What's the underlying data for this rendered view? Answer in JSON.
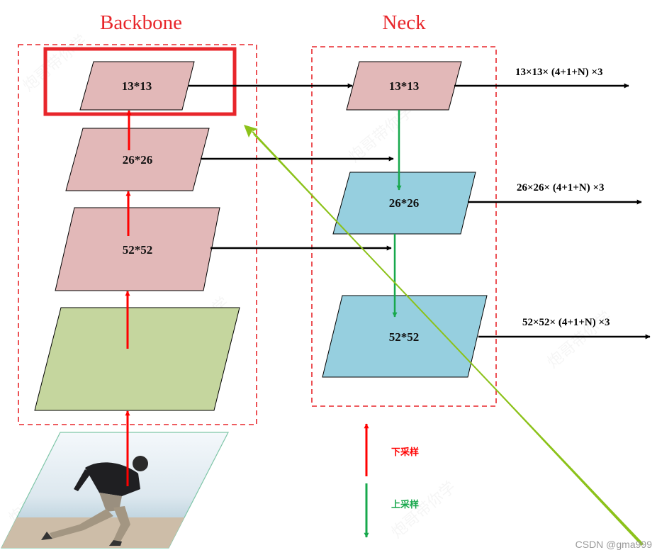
{
  "sections": {
    "backbone_title": "Backbone",
    "neck_title": "Neck"
  },
  "backbone": {
    "node_13": "13*13",
    "node_26": "26*26",
    "node_52": "52*52"
  },
  "neck": {
    "node_13": "13*13",
    "node_26": "26*26",
    "node_52": "52*52"
  },
  "outputs": {
    "out_13": "13×13× (4+1+N) ×3",
    "out_26": "26×26× (4+1+N) ×3",
    "out_52": "52×52× (4+1+N) ×3"
  },
  "legend": {
    "downsample_label": "下采样",
    "upsample_label": "上采样"
  },
  "watermark_text": "炮哥带你学",
  "credit": "CSDN @gma999",
  "colors": {
    "backbone_node": "#e2b8b8",
    "neck_node": "#96cfdf",
    "input_block": "#c5d69e",
    "dashed_box": "#e8262b",
    "highlight_box": "#e8262b",
    "pointer_arrow": "#8cc21a",
    "downsample_arrow": "#ff0000",
    "upsample_arrow": "#17a84c"
  }
}
